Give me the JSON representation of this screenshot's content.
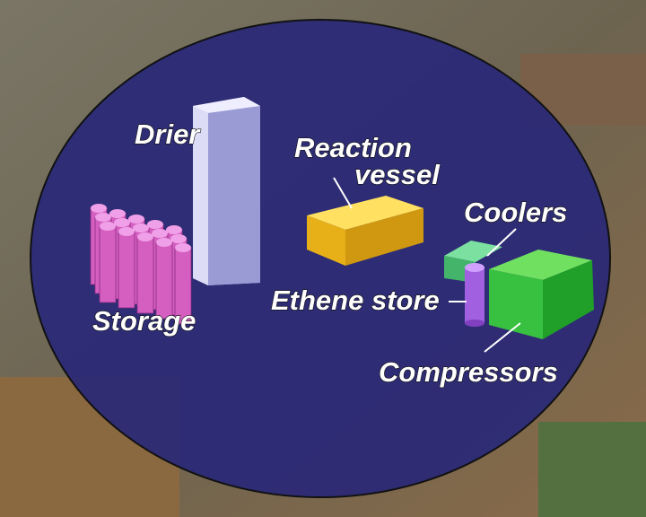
{
  "labels": {
    "drier": "Drier",
    "reaction_line1": "Reaction",
    "reaction_line2": "vessel",
    "coolers": "Coolers",
    "ethene_store": "Ethene store",
    "storage": "Storage",
    "compressors": "Compressors"
  },
  "colors": {
    "overlay": "#24247a",
    "drier": "#d8d8f4",
    "storage": "#d45fc0",
    "reaction_vessel": "#f0c020",
    "coolers": "#44b46a",
    "compressors": "#38c040",
    "ethene_store": "#a060e0"
  }
}
